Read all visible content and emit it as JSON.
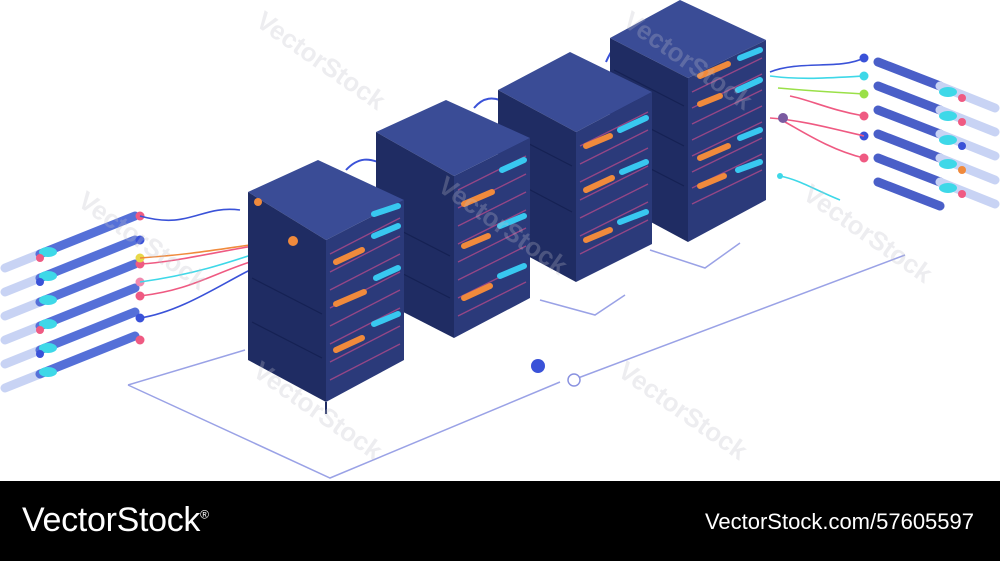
{
  "image": {
    "subject": "server racks",
    "colors": {
      "rack_dark": "#2b3a7a",
      "rack_side": "#1f2c63",
      "rack_top": "#3a4c96",
      "led_orange": "#f08a3c",
      "led_cyan": "#38c8f0",
      "accent_pink": "#ef5a82",
      "accent_blue": "#3a52d8",
      "floor_line": "#9aa2e6",
      "footer_bg": "#000000"
    }
  },
  "watermark": {
    "text": "VectorStock"
  },
  "footer": {
    "brand": "VectorStock",
    "registered_mark": "®",
    "url": "VectorStock.com/57605597"
  }
}
